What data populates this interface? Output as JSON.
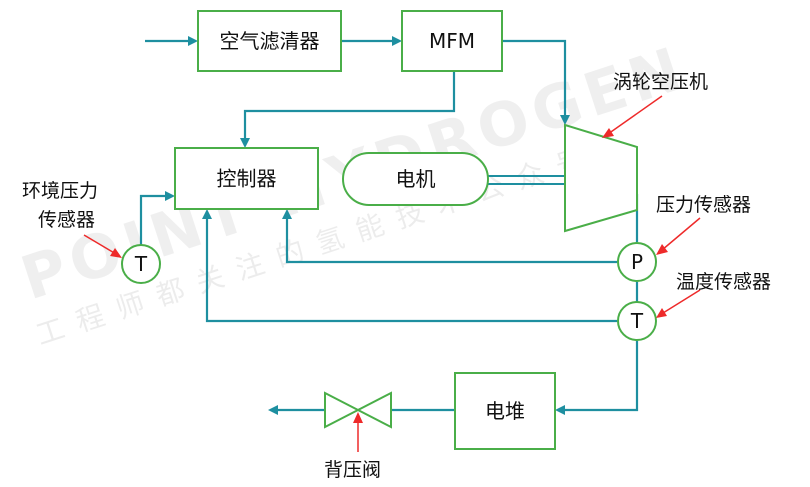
{
  "watermark": {
    "brand": "POINT HYDROGEN",
    "slogan": "工程师都关注的氢能技术公众号"
  },
  "boxes": {
    "air_filter": "空气滤清器",
    "mfm": "MFM",
    "controller": "控制器",
    "motor": "电机",
    "stack": "电堆"
  },
  "sensors": {
    "ambient_t": "T",
    "pressure_p": "P",
    "temperature_t": "T"
  },
  "callouts": {
    "compressor": "涡轮空压机",
    "ambient_pressure_line1": "环境压力",
    "ambient_pressure_line2": "传感器",
    "pressure_sensor": "压力传感器",
    "temperature_sensor": "温度传感器",
    "back_pressure_valve": "背压阀"
  },
  "colors": {
    "box_border": "#4aae48",
    "flow_line": "#1e8fa0",
    "pointer": "#ee2a2a"
  }
}
